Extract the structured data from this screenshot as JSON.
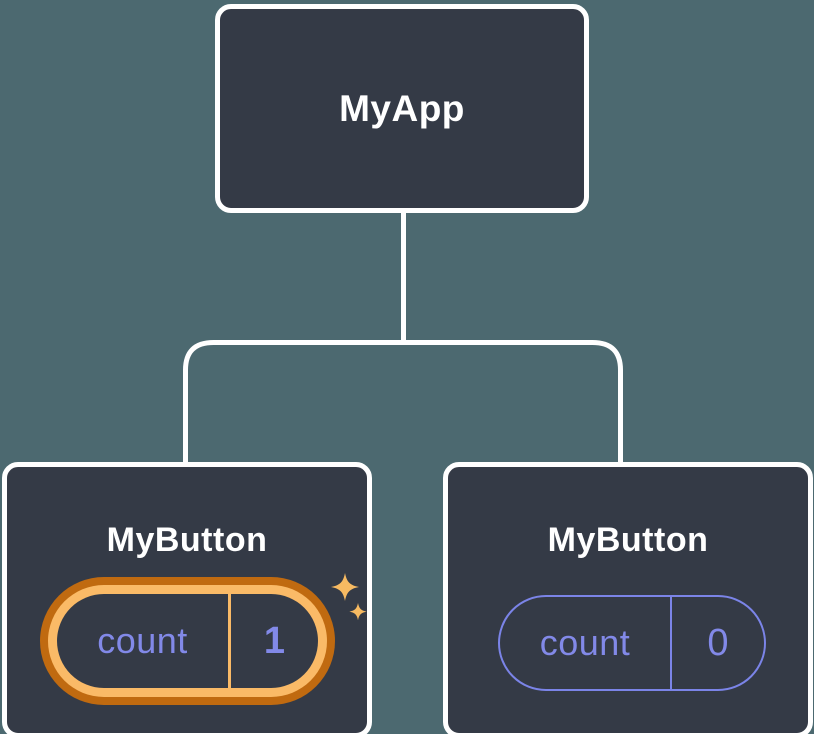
{
  "diagram": {
    "description": "React component tree with state pills",
    "tree": {
      "root": {
        "label": "MyApp"
      },
      "children": [
        {
          "label": "MyButton",
          "state": {
            "key": "count",
            "value": "1"
          },
          "highlighted": true
        },
        {
          "label": "MyButton",
          "state": {
            "key": "count",
            "value": "0"
          },
          "highlighted": false
        }
      ]
    },
    "icons": {
      "sparkles": "✦"
    },
    "colors": {
      "background": "#4C6970",
      "node_fill": "#343A46",
      "node_border": "#FFFFFF",
      "connector": "#FFFFFF",
      "label_text": "#FFFFFF",
      "state_text": "#8289E8",
      "pill_border": "#7B84E8",
      "highlight_outer": "#C06A10",
      "highlight_inner": "#FABA67",
      "sparkle": "#F7BA62"
    }
  }
}
